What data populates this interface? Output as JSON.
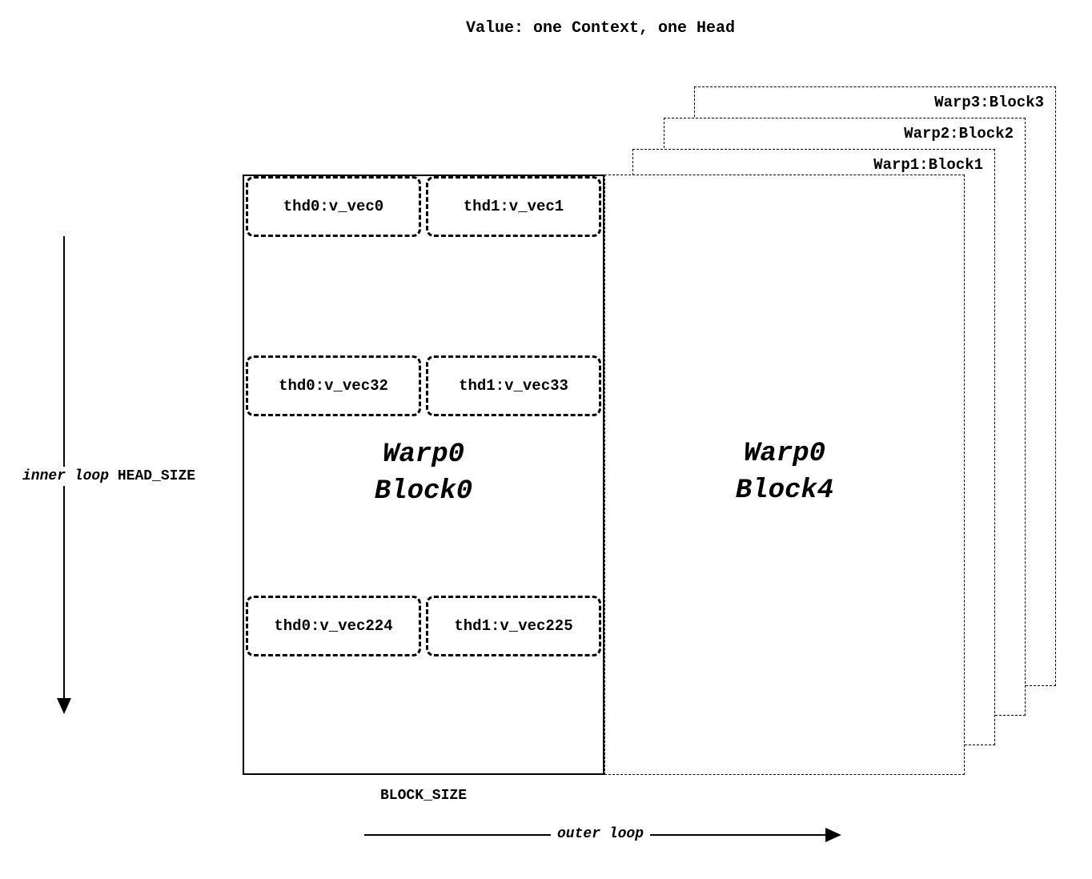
{
  "title": "Value: one Context, one Head",
  "main_block": {
    "line1": "Warp0",
    "line2": "Block0",
    "rows": [
      {
        "left": "thd0:v_vec0",
        "right": "thd1:v_vec1"
      },
      {
        "left": "thd0:v_vec32",
        "right": "thd1:v_vec33"
      },
      {
        "left": "thd0:v_vec224",
        "right": "thd1:v_vec225"
      }
    ]
  },
  "front_block": {
    "line1": "Warp0",
    "line2": "Block4"
  },
  "stacked_blocks": [
    {
      "label": "Warp1:Block1"
    },
    {
      "label": "Warp2:Block2"
    },
    {
      "label": "Warp3:Block3"
    }
  ],
  "annotations": {
    "inner_loop": "inner loop",
    "head_size": "HEAD_SIZE",
    "block_size": "BLOCK_SIZE",
    "outer_loop": "outer loop"
  },
  "colors": {
    "line": "#000000",
    "background": "#ffffff"
  }
}
